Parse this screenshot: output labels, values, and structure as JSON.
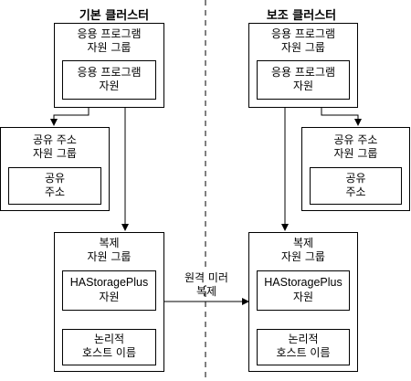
{
  "primary": {
    "title": "기본 클러스터",
    "app_rg": [
      "응용 프로그램",
      "자원 그룹"
    ],
    "app_res": [
      "응용 프로그램",
      "자원"
    ],
    "shared_rg": [
      "공유 주소",
      "자원 그룹"
    ],
    "shared_res": [
      "공유",
      "주소"
    ],
    "repl_rg": [
      "복제",
      "자원 그룹"
    ],
    "has_res": [
      "HAStoragePlus",
      "자원"
    ],
    "host_res": [
      "논리적",
      "호스트 이름"
    ]
  },
  "secondary": {
    "title": "보조 클러스터",
    "app_rg": [
      "응용 프로그램",
      "자원 그룹"
    ],
    "app_res": [
      "응용 프로그램",
      "자원"
    ],
    "shared_rg": [
      "공유 주소",
      "자원 그룹"
    ],
    "shared_res": [
      "공유",
      "주소"
    ],
    "repl_rg": [
      "복제",
      "자원 그룹"
    ],
    "has_res": [
      "HAStoragePlus",
      "자원"
    ],
    "host_res": [
      "논리적",
      "호스트 이름"
    ]
  },
  "remote_mirror": [
    "원격 미러",
    "복제"
  ]
}
